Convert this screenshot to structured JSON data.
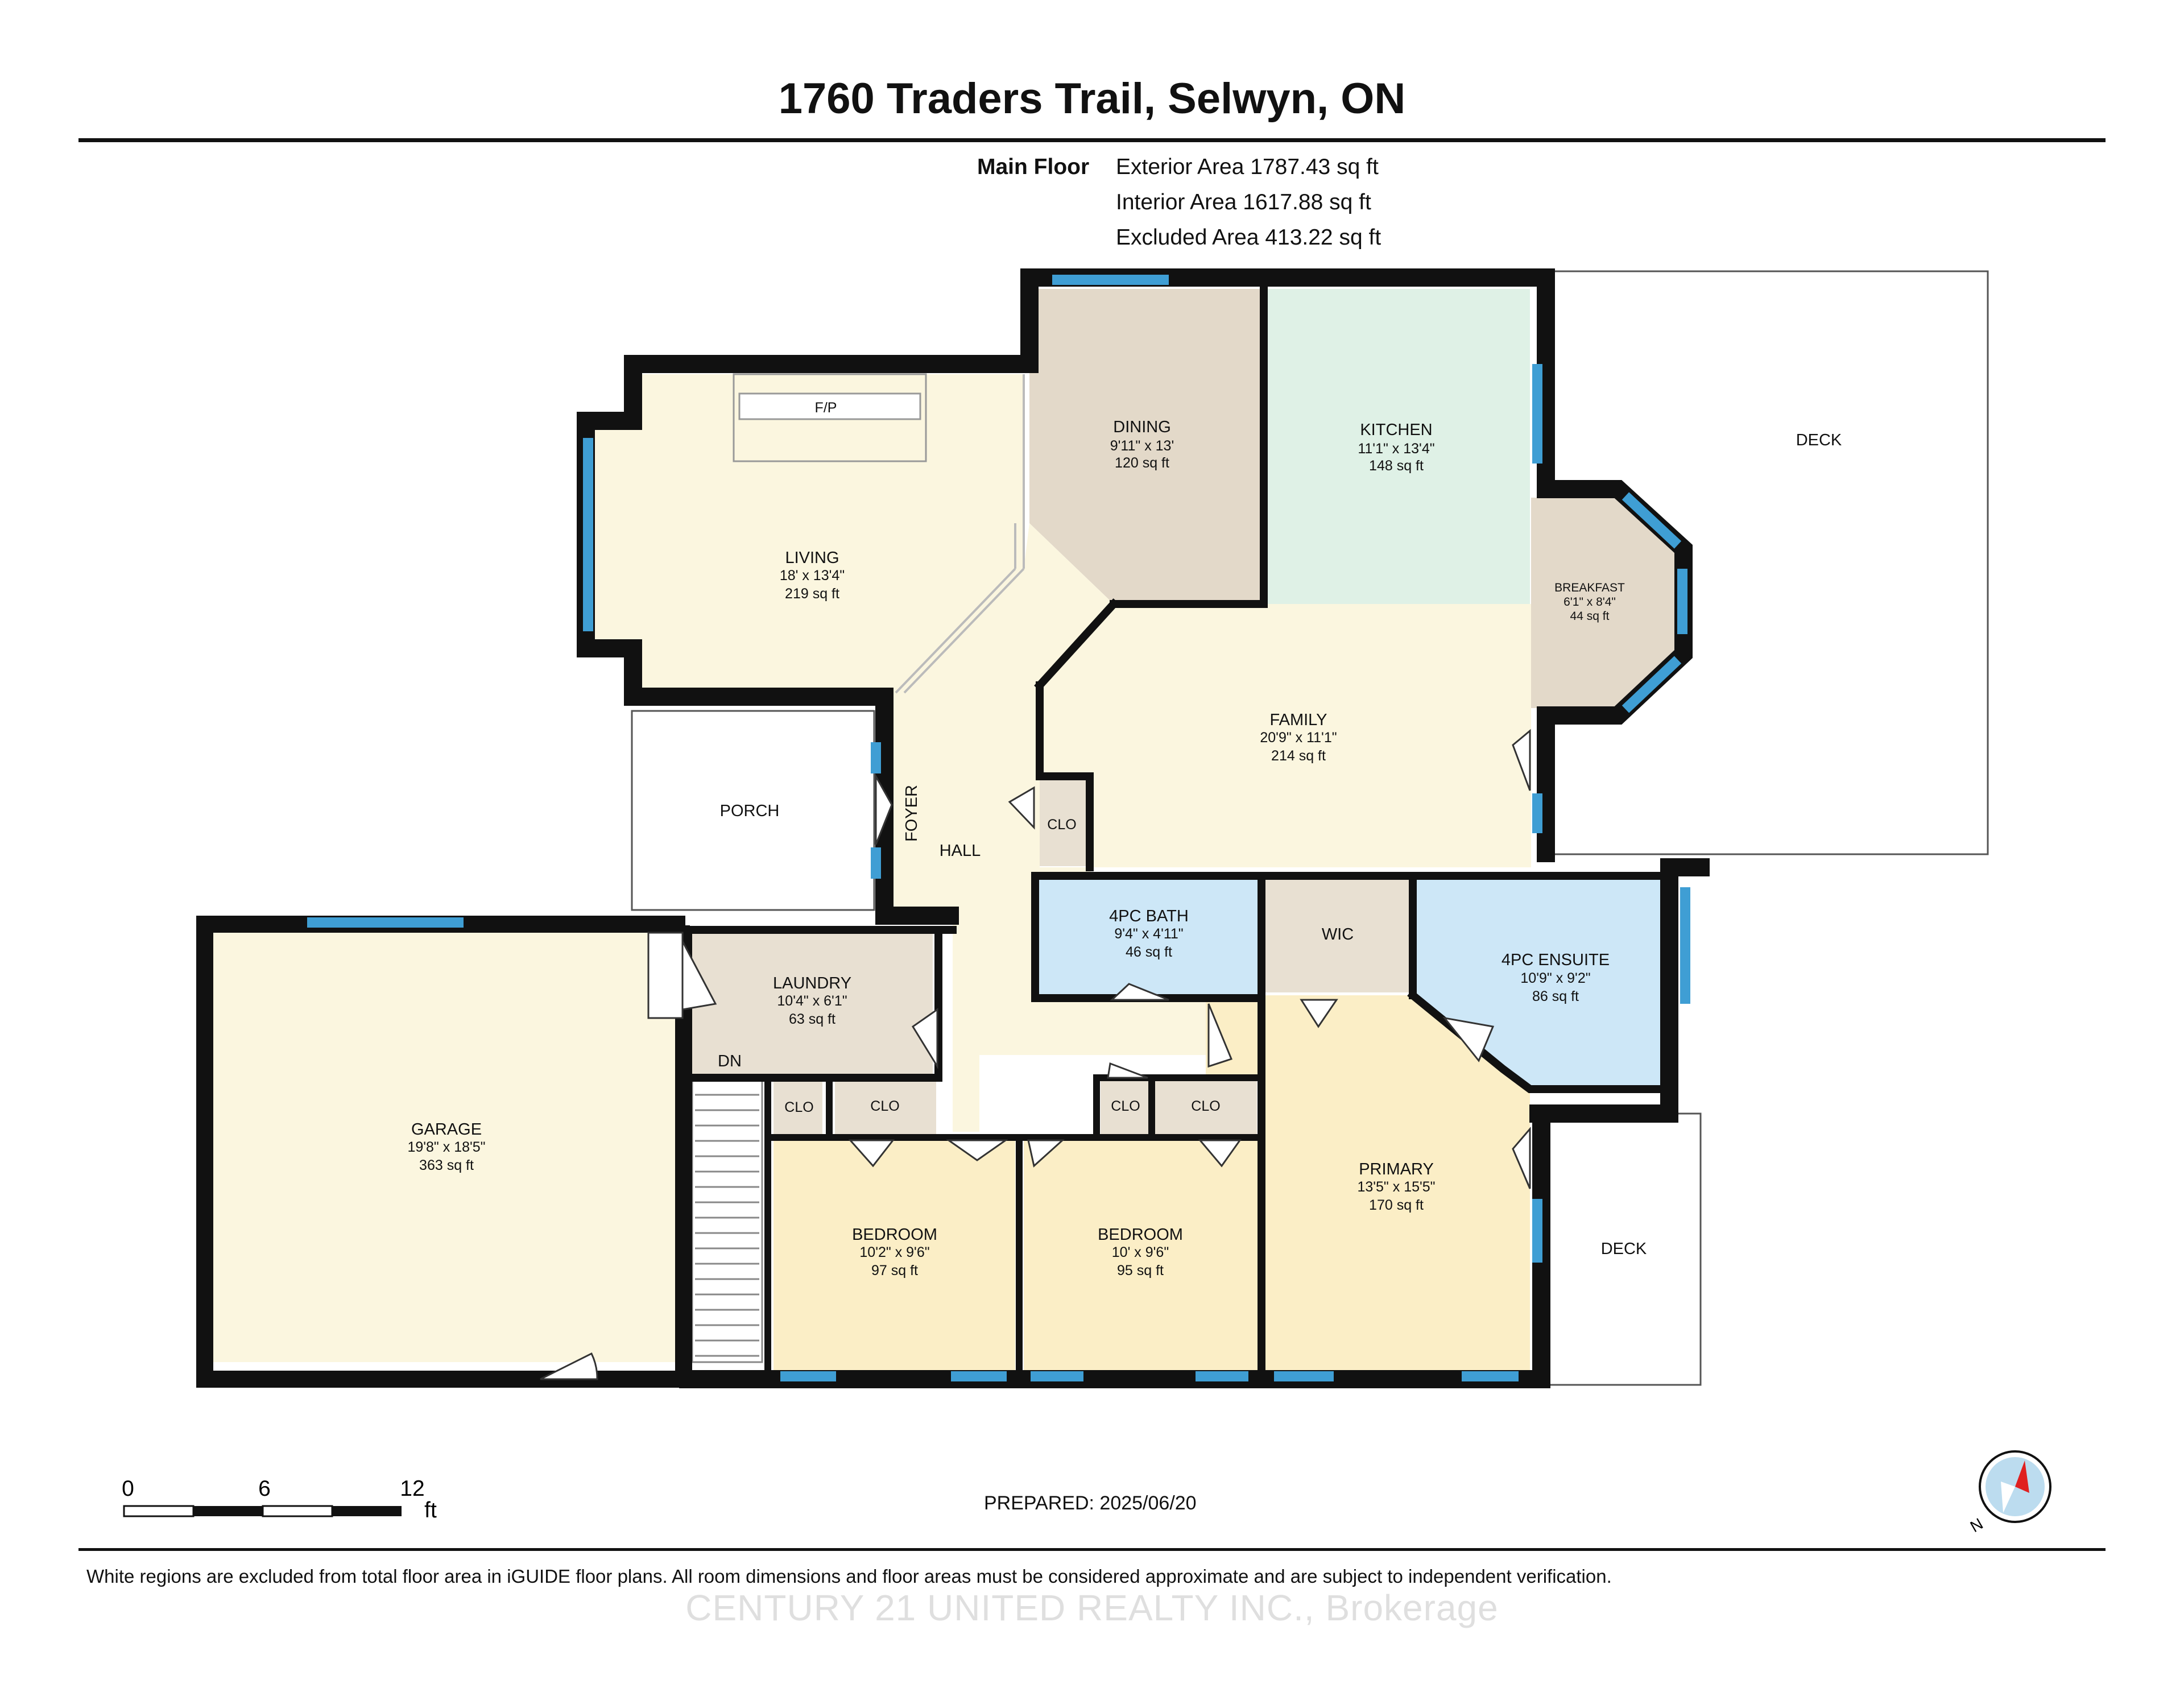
{
  "title": "1760 Traders Trail, Selwyn, ON",
  "areas": {
    "floor_label": "Main Floor",
    "exterior": "Exterior Area 1787.43 sq ft",
    "interior": "Interior Area 1617.88 sq ft",
    "excluded": "Excluded Area 413.22 sq ft"
  },
  "rooms": {
    "living": {
      "name": "LIVING",
      "dims": "18' x 13'4\"",
      "sqft": "219 sq ft",
      "color": "#fbf6df"
    },
    "fp": {
      "name": "F/P"
    },
    "dining": {
      "name": "DINING",
      "dims": "9'11\" x 13'",
      "sqft": "120 sq ft",
      "color": "#e3d9c9"
    },
    "kitchen": {
      "name": "KITCHEN",
      "dims": "11'1\" x 13'4\"",
      "sqft": "148 sq ft",
      "color": "#dff1e6"
    },
    "breakfast": {
      "name": "BREAKFAST",
      "dims": "6'1\" x 8'4\"",
      "sqft": "44 sq ft",
      "color": "#e3d9c9"
    },
    "family": {
      "name": "FAMILY",
      "dims": "20'9\" x 11'1\"",
      "sqft": "214 sq ft",
      "color": "#fbf6df"
    },
    "deck_top": {
      "name": "DECK"
    },
    "deck_bottom": {
      "name": "DECK"
    },
    "porch": {
      "name": "PORCH"
    },
    "foyer": {
      "name": "FOYER"
    },
    "hall": {
      "name": "HALL",
      "color": "#fbf6df"
    },
    "clo_family": {
      "name": "CLO"
    },
    "bath": {
      "name": "4PC BATH",
      "dims": "9'4\" x 4'11\"",
      "sqft": "46 sq ft",
      "color": "#cde7f7"
    },
    "wic": {
      "name": "WIC"
    },
    "ensuite": {
      "name": "4PC ENSUITE",
      "dims": "10'9\" x 9'2\"",
      "sqft": "86 sq ft",
      "color": "#cde7f7"
    },
    "laundry": {
      "name": "LAUNDRY",
      "dims": "10'4\" x 6'1\"",
      "sqft": "63 sq ft"
    },
    "dn": {
      "name": "DN"
    },
    "garage": {
      "name": "GARAGE",
      "dims": "19'8\" x 18'5\"",
      "sqft": "363 sq ft"
    },
    "clo1": {
      "name": "CLO"
    },
    "clo2": {
      "name": "CLO"
    },
    "clo3": {
      "name": "CLO"
    },
    "clo4": {
      "name": "CLO"
    },
    "bedroom1": {
      "name": "BEDROOM",
      "dims": "10'2\" x 9'6\"",
      "sqft": "97 sq ft",
      "color": "#fbeec6"
    },
    "bedroom2": {
      "name": "BEDROOM",
      "dims": "10' x 9'6\"",
      "sqft": "95 sq ft",
      "color": "#fbeec6"
    },
    "primary": {
      "name": "PRIMARY",
      "dims": "13'5\" x 15'5\"",
      "sqft": "170 sq ft",
      "color": "#fbeec6"
    }
  },
  "colors": {
    "wall": "#111111",
    "window": "#3f9ed4",
    "utility": "#e8e0d2"
  },
  "scale": {
    "t0": "0",
    "t6": "6",
    "t12": "12",
    "unit": "ft"
  },
  "prepared": "PREPARED: 2025/06/20",
  "compass_letter": "N",
  "disclaimer": "White regions are excluded from total floor area in iGUIDE floor plans. All room dimensions and floor areas must be considered approximate and are subject to independent verification.",
  "watermark": "CENTURY 21 UNITED REALTY INC., Brokerage"
}
